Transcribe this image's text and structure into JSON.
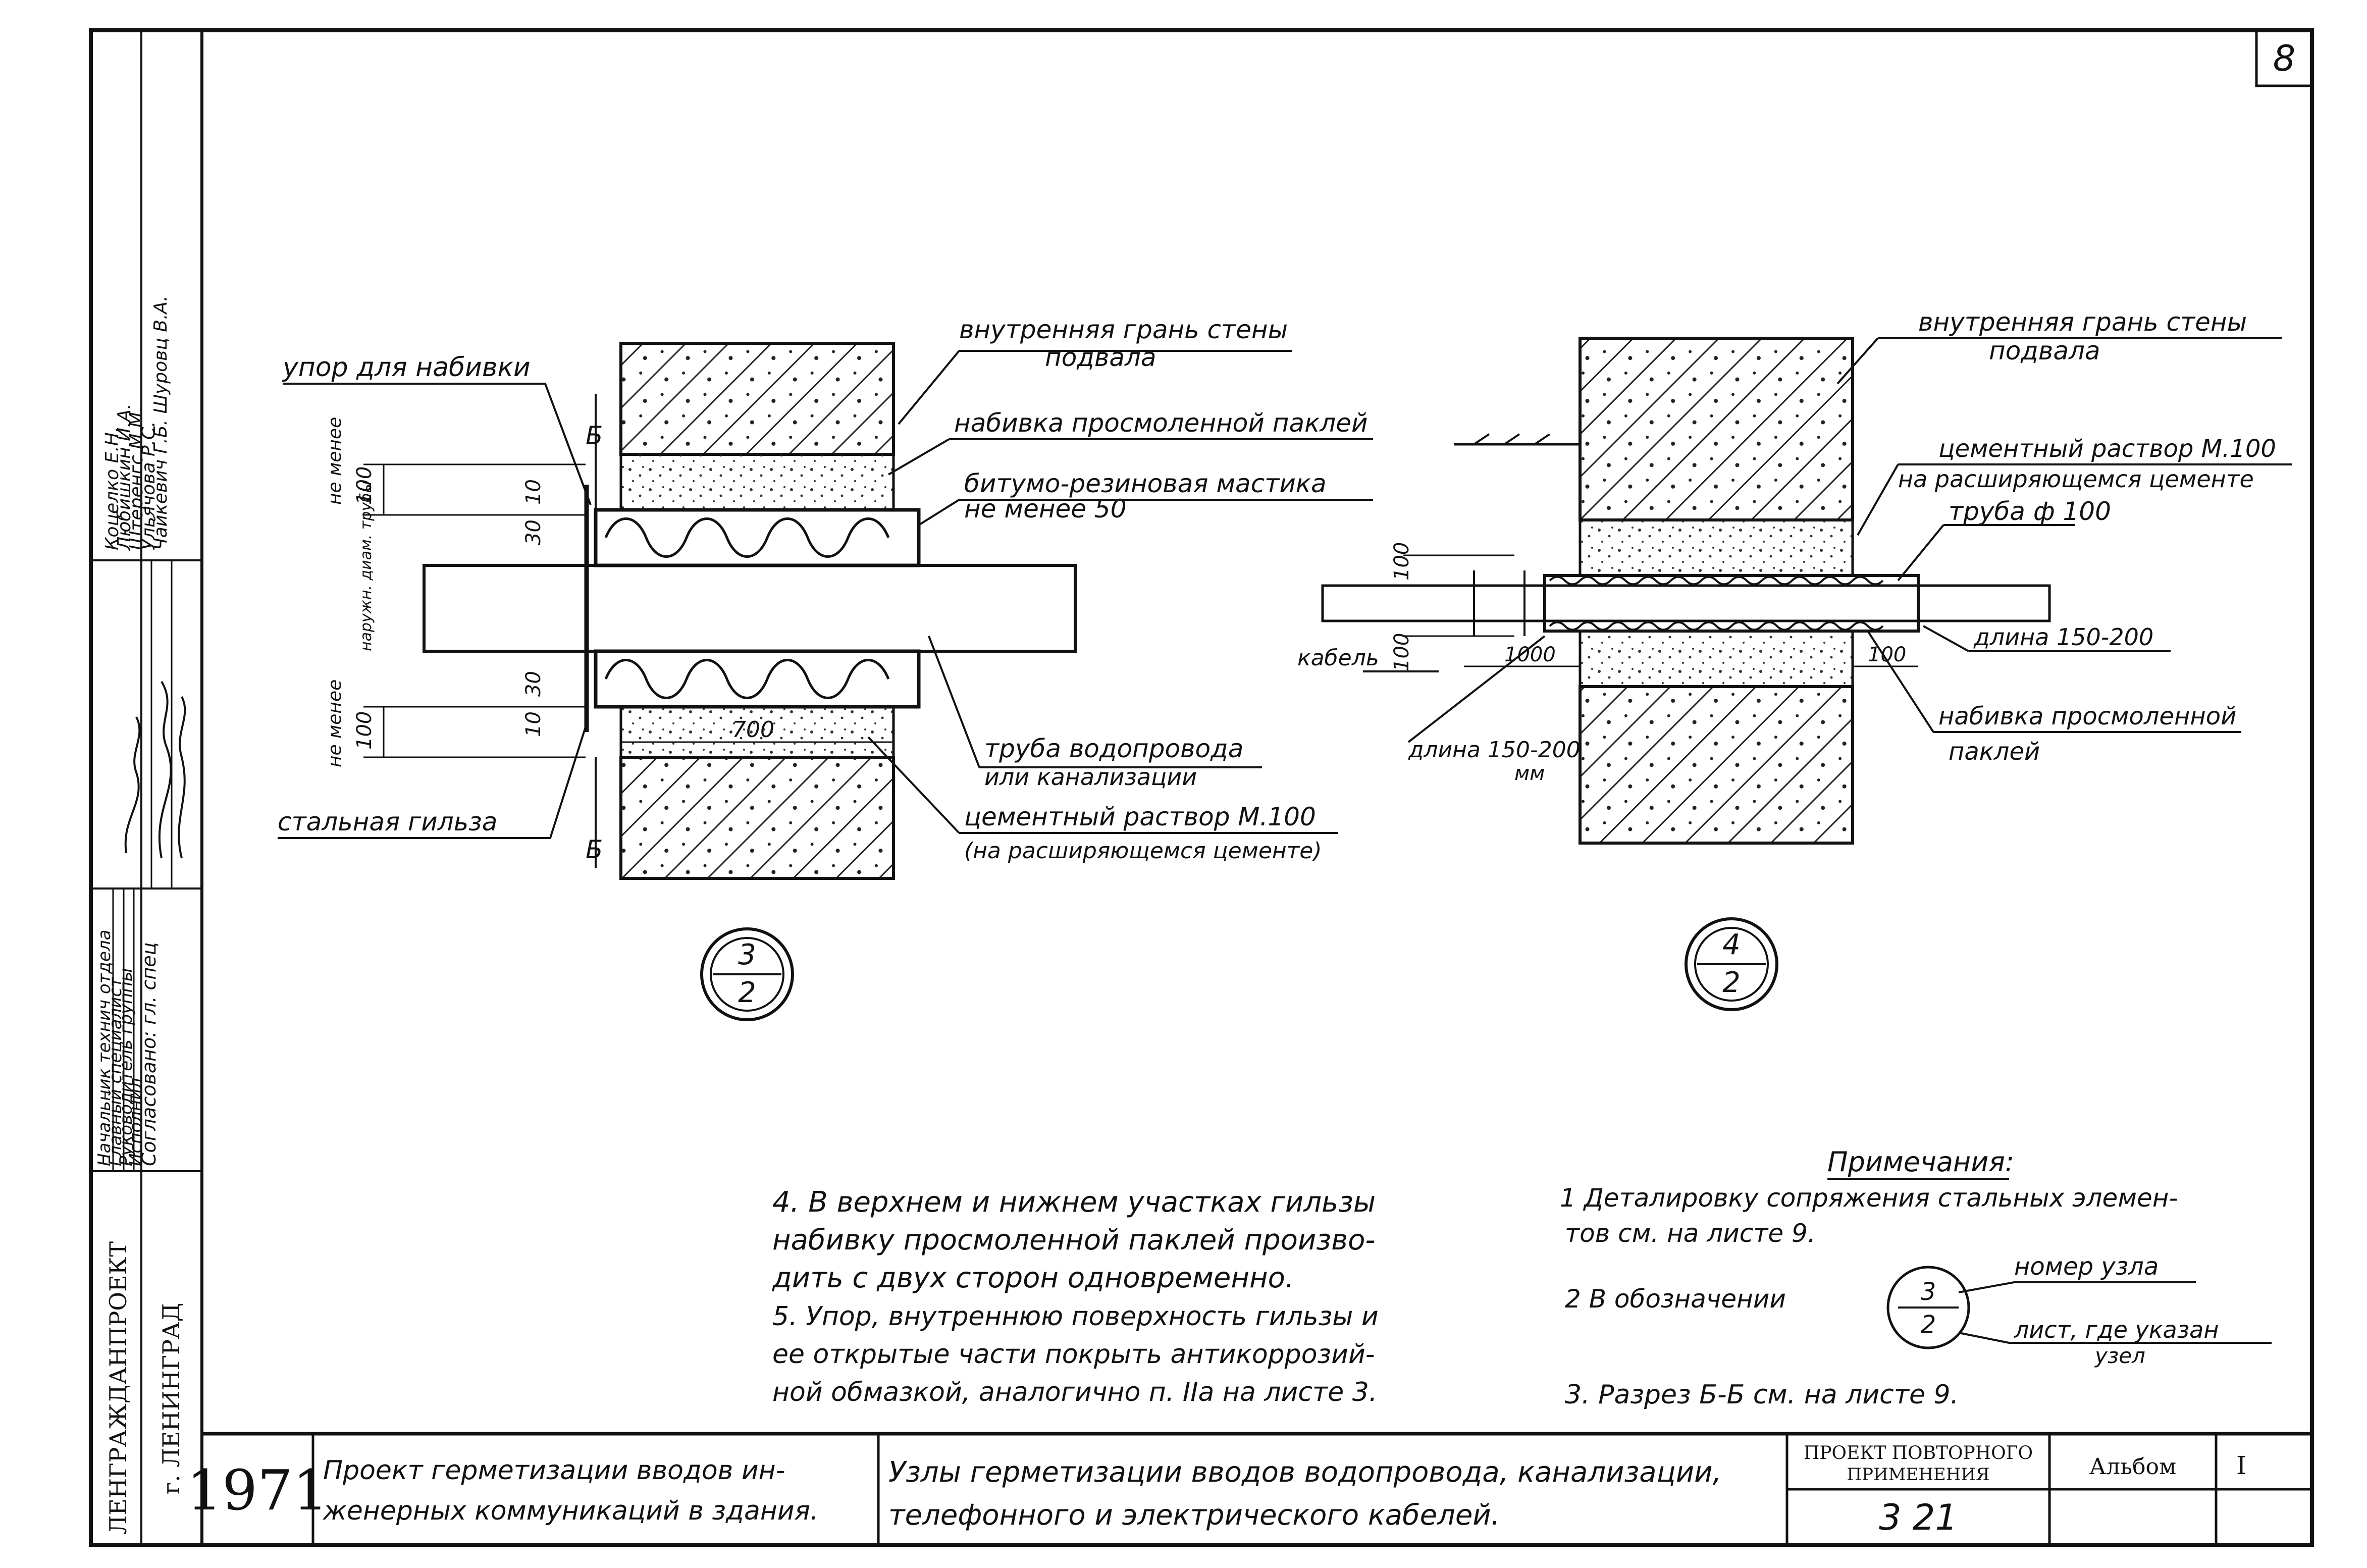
{
  "sheet_number": "8",
  "left_panel": {
    "staff": [
      {
        "role": "Начальник технич отдела",
        "name": "Коцелко Е.Н."
      },
      {
        "role": "Главный специалист",
        "name": "Любишкин И.А."
      },
      {
        "role": "Руководитель группы",
        "name": "Штеренгс М.М."
      },
      {
        "role": "Исполнил",
        "name": "Ульячова Р.С."
      },
      {
        "role": "Согласовано: гл. спец",
        "name": "Чайкевич Г.Б. Шуровц В.А."
      }
    ],
    "org": "ЛЕНГРАЖДАНПРОЕКТ",
    "city": "г. ЛЕНИНГРАД"
  },
  "drawing3": {
    "labels": {
      "stop": "упор для набивки",
      "inner_face_1": "внутренняя грань стены",
      "inner_face_2": "подвала",
      "packing": "набивка просмоленной паклей",
      "mastic": "битумо-резиновая мастика",
      "mastic_min": "не менее 50",
      "pipe_1": "труба водопровода",
      "pipe_2": "или канализации",
      "mortar_1": "цементный раствор М.100",
      "mortar_2": "(на расширяющемся цементе)",
      "sleeve": "стальная гильза",
      "not_less": "не менее",
      "dim_100": "100",
      "dim_10": "10",
      "dim_30": "30",
      "dim_700": "700",
      "pipe_dia": "наружн. диам. трубы",
      "section": "Б"
    },
    "circle": {
      "top": "3",
      "bottom": "2"
    }
  },
  "drawing4": {
    "labels": {
      "inner_face_1": "внутренняя грань стены",
      "inner_face_2": "подвала",
      "mortar_1": "цементный раствор М.100",
      "mortar_2": "на расширяющемся цементе",
      "pipe": "труба ф 100",
      "length_pipe": "длина 150-200",
      "cable": "кабель",
      "length_cable_1": "длина 150-200",
      "length_cable_2": "мм",
      "packing_1": "набивка просмоленной",
      "packing_2": "паклей",
      "dim_100": "100",
      "dim_1000": "1000"
    },
    "circle": {
      "top": "4",
      "bottom": "2"
    }
  },
  "notes_left": [
    "4. В верхнем и нижнем участках гильзы",
    "набивку просмоленной паклей произво-",
    "дить с двух сторон одновременно.",
    "5. Упор, внутреннюю поверхность гильзы и",
    "ее открытые части покрыть антикоррозий-",
    "ной обмазкой, аналогично п. IIа на листе 3."
  ],
  "notes_right": {
    "title": "Примечания:",
    "n1a": "1 Деталировку сопряжения стальных элемен-",
    "n1b": "тов см. на листе 9.",
    "n2": "2 В обозначении",
    "legend_top": "3",
    "legend_bottom": "2",
    "legend_node": "номер узла",
    "legend_sheet_1": "лист, где указан",
    "legend_sheet_2": "узел",
    "n3": "3. Разрез Б-Б см. на листе 9."
  },
  "title_block": {
    "year": "1971",
    "project_1": "Проект герметизации вводов ин-",
    "project_2": "женерных коммуникаций в здания.",
    "sheet_title_1": "Узлы герметизации вводов водопровода, канализации,",
    "sheet_title_2": "телефонного и электрического кабелей.",
    "reuse_1": "ПРОЕКТ ПОВТОРНОГО",
    "reuse_2": "ПРИМЕНЕНИЯ",
    "reuse_number": "3 21",
    "album_label": "Альбом",
    "album_value": "I"
  }
}
